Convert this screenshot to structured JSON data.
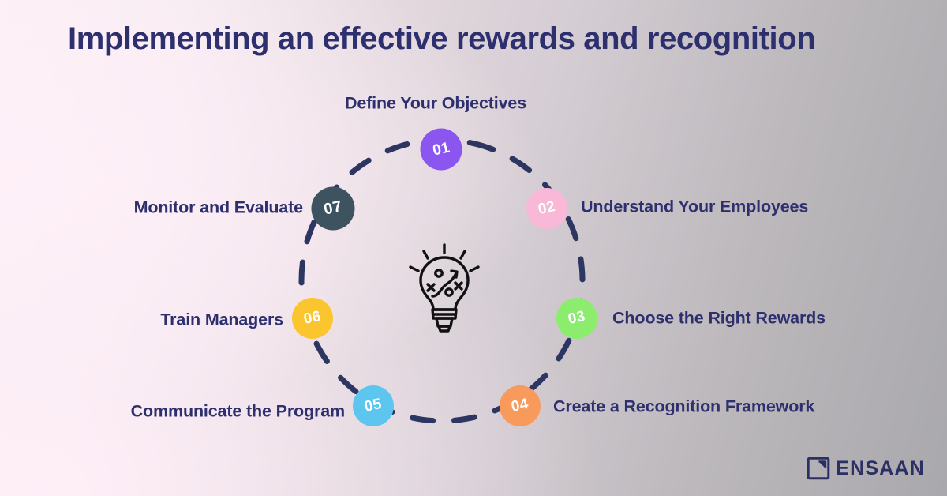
{
  "title": "Implementing an effective rewards and recognition",
  "colors": {
    "title_text": "#2d2f6e",
    "label_text": "#2d2f6e",
    "ring_dash": "#2d3561",
    "bulb_stroke": "#111111",
    "logo": "#2b2f63",
    "background_left": "#fdf3f8",
    "background_right": "#a9a8ac"
  },
  "center": {
    "icon": "lightbulb-strategy-icon"
  },
  "steps": [
    {
      "number": "01",
      "label": "Define Your Objectives",
      "color": "#8b55f0",
      "side": "top"
    },
    {
      "number": "02",
      "label": "Understand Your Employees",
      "color": "#f9b8d7",
      "side": "right"
    },
    {
      "number": "03",
      "label": "Choose the Right Rewards",
      "color": "#8bec6d",
      "side": "right"
    },
    {
      "number": "04",
      "label": "Create a Recognition Framework",
      "color": "#f79a5b",
      "side": "right"
    },
    {
      "number": "05",
      "label": "Communicate the Program",
      "color": "#5cc6ef",
      "side": "left"
    },
    {
      "number": "06",
      "label": "Train Managers",
      "color": "#fbc530",
      "side": "left"
    },
    {
      "number": "07",
      "label": "Monitor and Evaluate",
      "color": "#3d5360",
      "side": "left"
    }
  ],
  "logo": {
    "name": "ENSAAN",
    "mark": "square-page-icon"
  }
}
